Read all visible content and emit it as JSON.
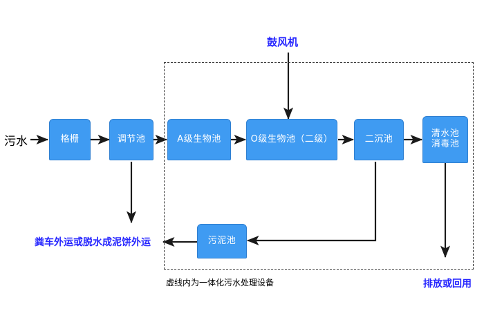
{
  "diagram": {
    "title_inflow": "污水",
    "blower_label": "鼓风机",
    "dashed_caption": "虚线内为一体化污水处理设备",
    "discharge_label": "排放或回用",
    "sludge_output_label": "粪车外运或脱水成泥饼外运",
    "colors": {
      "node_fill": "#3f9bf2",
      "node_border": "#2f7fd0",
      "node_text": "#ffffff",
      "blue_text": "#2626ff",
      "black_text": "#000000",
      "arrow": "#1a1a1a",
      "dashed_border": "#3a3a3a",
      "background": "#ffffff"
    },
    "nodes": [
      {
        "id": "grid",
        "label": "格栅"
      },
      {
        "id": "regulating",
        "label": "调节池"
      },
      {
        "id": "a_stage",
        "label": "A级生物池"
      },
      {
        "id": "o_stage",
        "label": "O级生物池（二级）"
      },
      {
        "id": "secondary",
        "label": "二沉池"
      },
      {
        "id": "clearwater1",
        "label": "清水池"
      },
      {
        "id": "clearwater2",
        "label": "消毒池"
      },
      {
        "id": "sludge",
        "label": "污泥池"
      }
    ],
    "flow_sequence": [
      "污水",
      "格栅",
      "调节池",
      "A级生物池",
      "O级生物池（二级）",
      "二沉池",
      "清水池/消毒池",
      "排放或回用"
    ]
  }
}
